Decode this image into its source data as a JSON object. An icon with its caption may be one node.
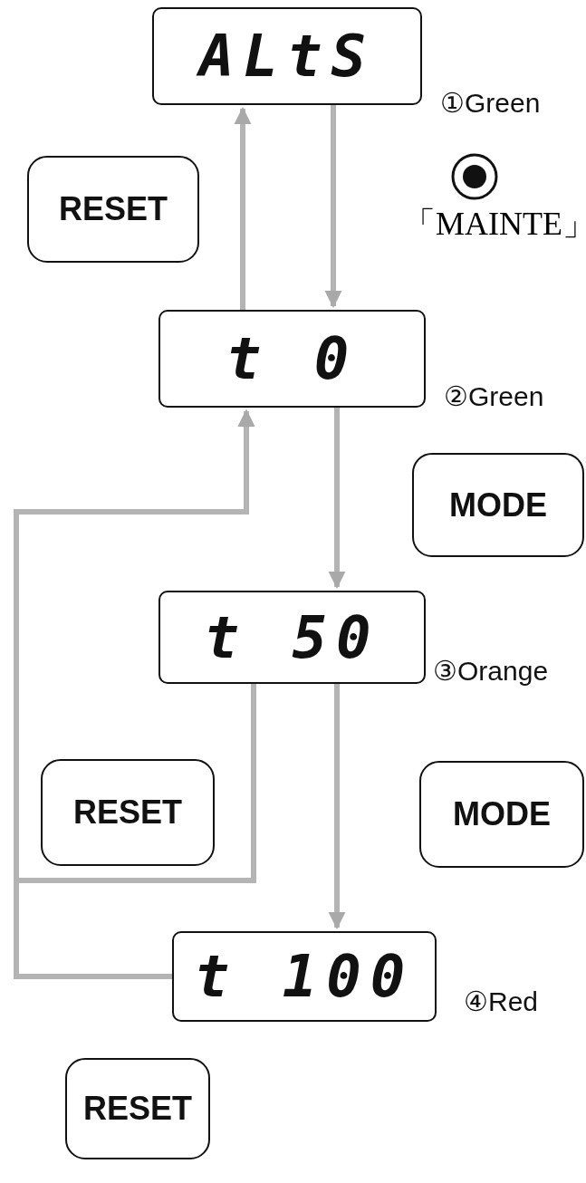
{
  "diagram": {
    "nodes": [
      {
        "text": [
          "ALtS"
        ],
        "beside": [
          "①Green"
        ]
      },
      {
        "text": [
          "「MAINTE」"
        ]
      },
      {
        "text": [
          "RESET"
        ]
      },
      {
        "text": [
          "t 0"
        ],
        "beside": [
          "②Green"
        ]
      },
      {
        "text": [
          "MODE"
        ]
      },
      {
        "text": [
          "t 50"
        ],
        "beside": [
          "③Orange"
        ]
      },
      {
        "text": [
          "RESET"
        ]
      },
      {
        "text": [
          "MODE"
        ]
      },
      {
        "text": [
          "t 100"
        ],
        "beside": [
          "④Red"
        ]
      },
      {
        "text": [
          "RESET"
        ]
      }
    ],
    "edges": [
      {
        "from": 0,
        "to": 3,
        "arrow": "to"
      },
      {
        "from": 3,
        "to": 0,
        "arrow": "to"
      },
      {
        "from": 3,
        "to": 5,
        "arrow": "to"
      },
      {
        "from": 5,
        "to": 8,
        "arrow": "to"
      },
      {
        "from": 5,
        "to": 3,
        "arrow": "to"
      },
      {
        "from": 8,
        "to": 3,
        "arrow": "to"
      }
    ]
  }
}
